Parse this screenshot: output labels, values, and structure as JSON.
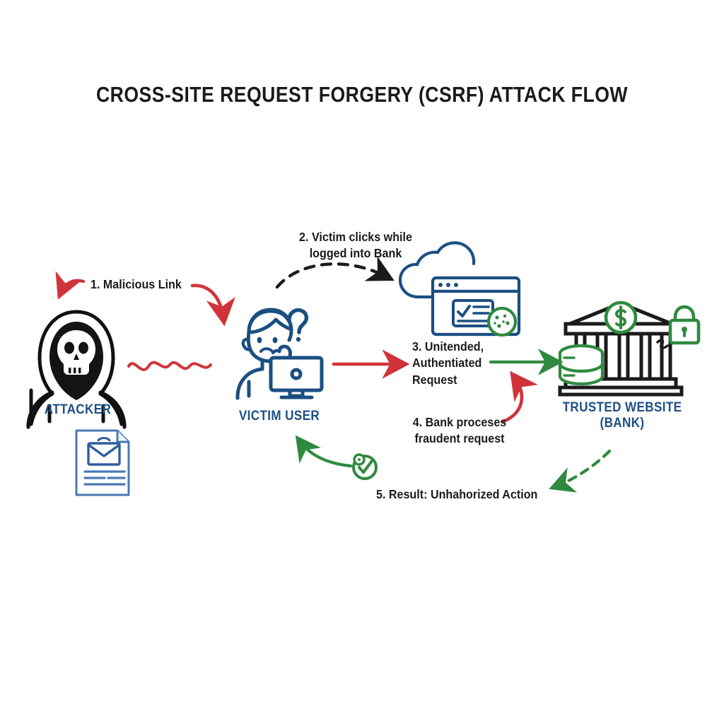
{
  "title": "CROSS-SITE REQUEST FORGERY (CSRF) ATTACK FLOW",
  "colors": {
    "navy": "#1d4f86",
    "dark_navy": "#1b4f82",
    "red": "#d1333a",
    "green": "#2f8a3f",
    "black": "#1b1b1b",
    "background": "#ffffff"
  },
  "nodes": [
    {
      "id": "attacker",
      "label": "ATTACKER",
      "icon": "hooded-skull-icon"
    },
    {
      "id": "victim",
      "label": "VICTIM USER",
      "icon": "confused-user-computer-icon"
    },
    {
      "id": "bank",
      "label": "TRUSTED WEBSITE\n(BANK)",
      "label_line1": "TRUSTED WEBSITE",
      "label_line2": "(BANK)",
      "icon": "bank-building-icon"
    }
  ],
  "decor_icons": [
    {
      "id": "malicious-email",
      "name": "document-envelope-icon",
      "color": "#4a79b5"
    },
    {
      "id": "browser-cloud",
      "name": "cloud-browser-session-icon",
      "color": "#1b4f82"
    },
    {
      "id": "cookie",
      "name": "cookie-icon",
      "color": "#2f8a3f"
    },
    {
      "id": "padlock",
      "name": "padlock-icon",
      "color": "#2f8a3f"
    },
    {
      "id": "database",
      "name": "database-cylinder-icon",
      "color": "#2f8a3f"
    },
    {
      "id": "dollar",
      "name": "dollar-coin-icon",
      "color": "#2f8a3f"
    },
    {
      "id": "check",
      "name": "check-circle-icon",
      "color": "#2f8a3f"
    }
  ],
  "steps": [
    {
      "n": "1",
      "text": "1. Malicious Link",
      "arrow": "red-curved",
      "id": "step1"
    },
    {
      "n": "2",
      "line1": "2. Victim clicks while",
      "line2": "logged into Bank",
      "arrow": "black-dashed",
      "id": "step2"
    },
    {
      "n": "3",
      "line1": "3. Unitended,",
      "line2": "Authentiated",
      "line3": "Request",
      "arrow": "red-straight",
      "id": "step3"
    },
    {
      "n": "4",
      "line1": "4. Bank proceses",
      "line2": "fraudent request",
      "arrow": "red-curved-up",
      "id": "step4"
    },
    {
      "n": "5",
      "text": "5. Result: Unhahorized Action",
      "arrow": "green-dashed",
      "id": "step5"
    }
  ]
}
